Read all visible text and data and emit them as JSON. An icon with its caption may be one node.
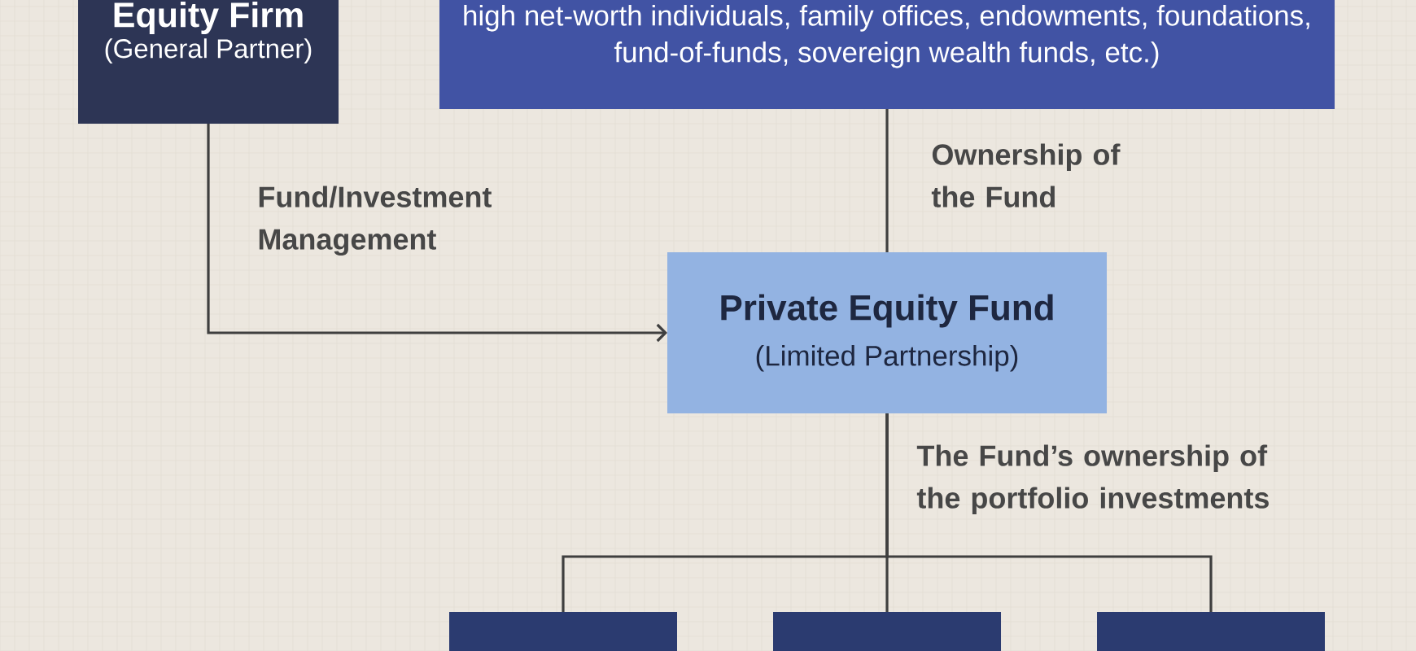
{
  "diagram": {
    "nodes": [
      {
        "text": [
          "Equity Firm",
          "(General Partner)"
        ]
      },
      {
        "text": [
          "high net-worth individuals, family offices, endowments, foundations, fund-of-funds, sovereign wealth funds, etc.)"
        ]
      },
      {
        "text": [
          "Private Equity Fund",
          "(Limited Partnership)"
        ]
      },
      {
        "text": [],
        "shape": "box"
      },
      {
        "text": [],
        "shape": "box"
      },
      {
        "text": [],
        "shape": "box"
      }
    ],
    "edges": [
      {
        "from": 0,
        "to": 2,
        "arrow": "to",
        "label": "Fund/Investment Management"
      },
      {
        "from": 1,
        "to": 2,
        "arrow": "none",
        "label": "Ownership of the Fund"
      },
      {
        "from": 2,
        "to": 3,
        "arrow": "none"
      },
      {
        "from": 2,
        "to": 4,
        "arrow": "none",
        "label": "The Fund’s ownership of the portfolio investments"
      },
      {
        "from": 2,
        "to": 5,
        "arrow": "none"
      }
    ]
  }
}
